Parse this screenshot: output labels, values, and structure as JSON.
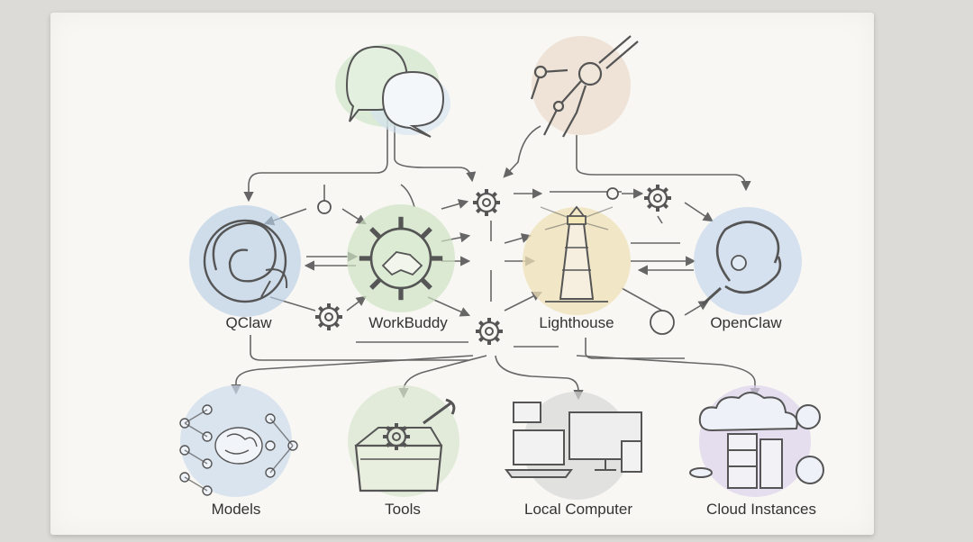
{
  "nodes": {
    "qclaw": "QClaw",
    "workbuddy": "WorkBuddy",
    "lighthouse": "Lighthouse",
    "openclaw": "OpenClaw",
    "models": "Models",
    "tools": "Tools",
    "local_computer": "Local Computer",
    "cloud_instances": "Cloud Instances"
  },
  "colors": {
    "ink": "#555555",
    "qclaw_wash": "#b9d0e6",
    "workbuddy_wash": "#cfe3c4",
    "lighthouse_wash": "#efe2b8",
    "openclaw_wash": "#c8d7ec",
    "chat_green": "#cfe5c9",
    "chat_blue": "#d2e2f0",
    "arm_wash": "#e7d4bf",
    "models_wash": "#cddcec",
    "tools_wash": "#d9e6cf",
    "local_wash": "#d7d7d7",
    "cloud_wash": "#dcd3ec"
  },
  "icons": [
    "chat-bubbles-icon",
    "robotic-arm-icon",
    "qclaw-swirl-icon",
    "handshake-gear-icon",
    "lighthouse-icon",
    "openclaw-claw-icon",
    "neural-network-icon",
    "toolbox-icon",
    "computer-devices-icon",
    "cloud-servers-icon",
    "gear-icon"
  ]
}
